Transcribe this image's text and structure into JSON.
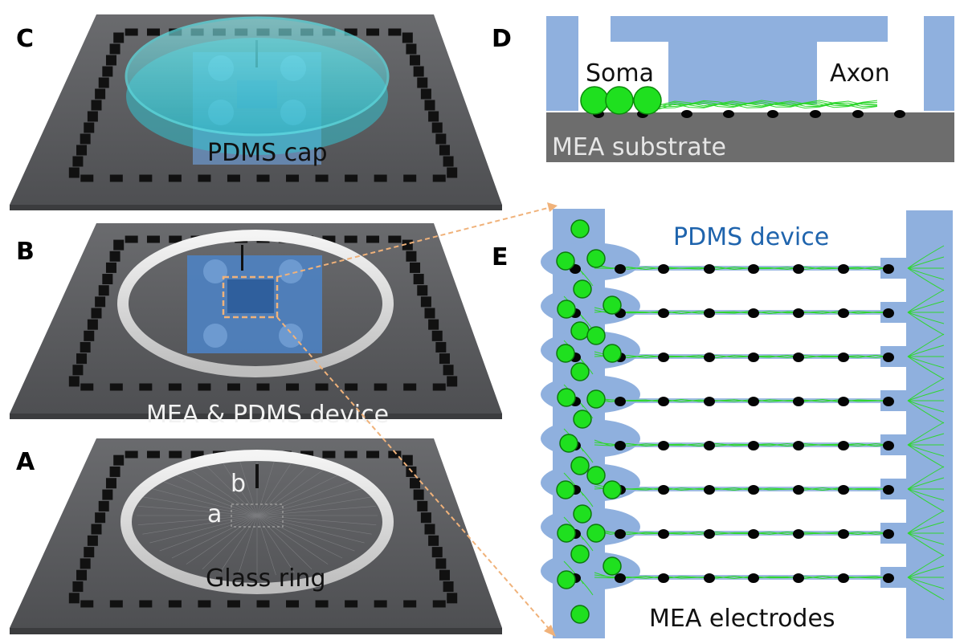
{
  "panels": {
    "a": {
      "letter": "A",
      "ring_label": "Glass ring",
      "mark_a": "a",
      "mark_b": "b"
    },
    "b": {
      "letter": "B",
      "caption": "MEA & PDMS device"
    },
    "c": {
      "letter": "C",
      "cap_label": "PDMS cap"
    },
    "d": {
      "letter": "D",
      "soma_label": "Soma",
      "axon_label": "Axon",
      "substrate_label": "MEA substrate"
    },
    "e": {
      "letter": "E",
      "device_label": "PDMS device",
      "electrodes_label": "MEA electrodes"
    }
  },
  "colors": {
    "pdms": "#8fb0de",
    "pdms_text": "#1f64ad",
    "soma": "#1fe01f",
    "neurite": "#30d630",
    "electrode": "#050505",
    "substrate": "#6d6d6d",
    "chip": "#5c5d60",
    "pad": "#111111",
    "cap": "#3fd0d8",
    "zoom_line": "#f0b27a"
  },
  "icons": {
    "electrode": "black-dot",
    "soma": "green-circle",
    "zoom_box": "dashed-orange-rectangle"
  }
}
